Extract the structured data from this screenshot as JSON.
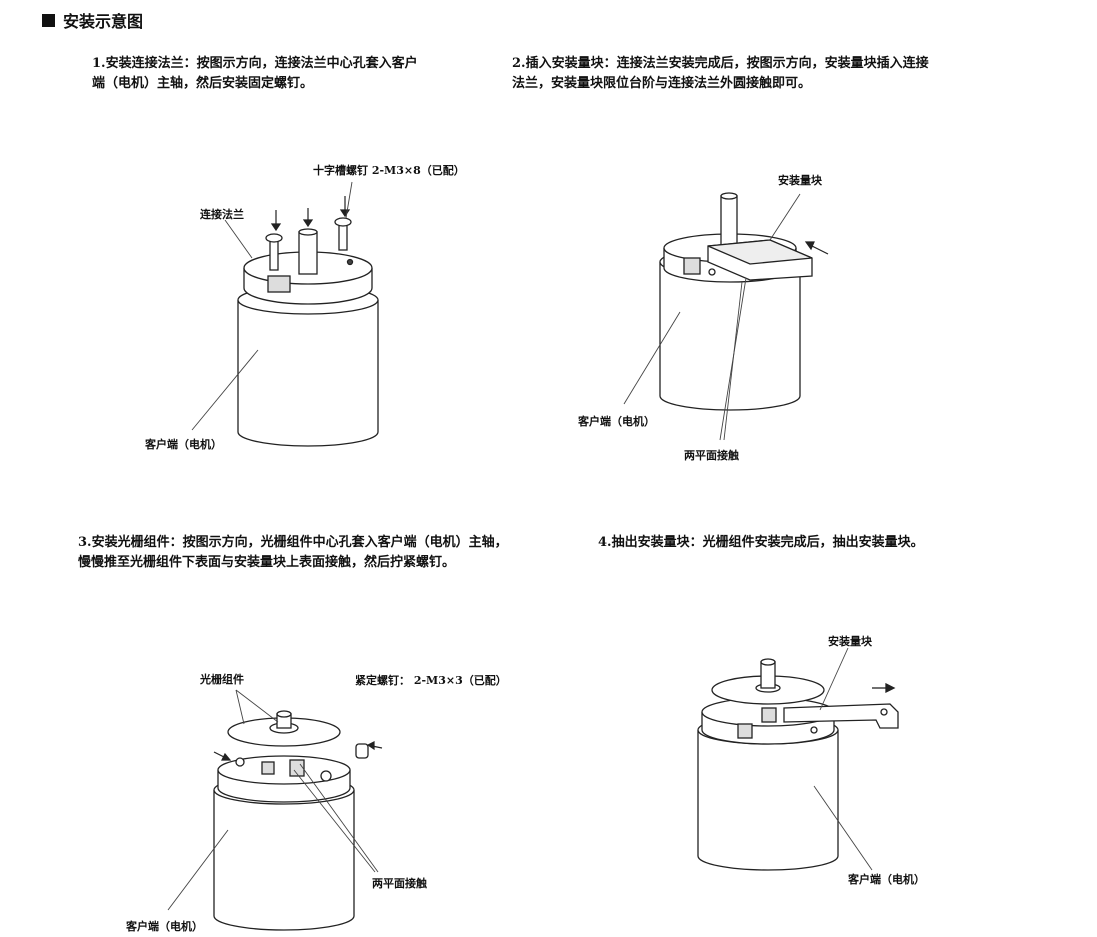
{
  "page": {
    "title": "安装示意图"
  },
  "steps": [
    {
      "text": "1.安装连接法兰：按图示方向，连接法兰中心孔套入客户\n   端（电机）主轴，然后安装固定螺钉。",
      "labels": {
        "screw": "十字槽螺钉 2-M3×8（已配）",
        "flange": "连接法兰",
        "client": "客户端（电机）"
      }
    },
    {
      "text": "2.插入安装量块：连接法兰安装完成后，按图示方向，安装量块插入连接\n   法兰，安装量块限位台阶与连接法兰外圆接触即可。",
      "labels": {
        "block": "安装量块",
        "client": "客户端（电机）",
        "contact": "两平面接触"
      }
    },
    {
      "text": "3.安装光栅组件：按图示方向，光栅组件中心孔套入客户端（电机）主轴，\n   慢慢推至光栅组件下表面与安装量块上表面接触，然后拧紧螺钉。",
      "labels": {
        "grating": "光栅组件",
        "setscrew": "紧定螺钉： 2-M3×3（已配）",
        "contact": "两平面接触",
        "client": "客户端（电机）"
      }
    },
    {
      "text": "4.抽出安装量块：光栅组件安装完成后，抽出安装量块。",
      "labels": {
        "block": "安装量块",
        "client": "客户端（电机）"
      }
    }
  ]
}
